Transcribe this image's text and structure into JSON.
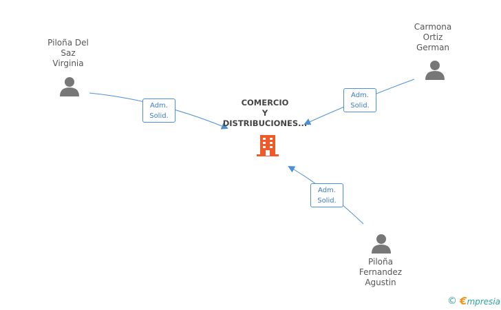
{
  "company": {
    "lines": [
      "COMERCIO",
      "Y",
      "DISTRIBUCIONES..."
    ],
    "icon": "building-icon",
    "color": "#f05a28"
  },
  "people": [
    {
      "id": "pilona-del-saz",
      "lines": [
        "Piloña Del",
        "Saz",
        "Virginia"
      ],
      "icon": "person-icon"
    },
    {
      "id": "carmona-ortiz",
      "lines": [
        "Carmona",
        "Ortiz",
        "German"
      ],
      "icon": "person-icon"
    },
    {
      "id": "pilona-fernandez",
      "lines": [
        "Piloña",
        "Fernandez",
        "Agustin"
      ],
      "icon": "person-icon"
    }
  ],
  "relations": [
    {
      "from": "pilona-del-saz",
      "role": [
        "Adm.",
        "Solid."
      ]
    },
    {
      "from": "carmona-ortiz",
      "role": [
        "Adm.",
        "Solid."
      ]
    },
    {
      "from": "pilona-fernandez",
      "role": [
        "Adm.",
        "Solid."
      ]
    }
  ],
  "footer": {
    "copyright_symbol": "©",
    "brand_initial": "€",
    "brand_rest": "mpresia"
  },
  "colors": {
    "edge": "#4a90d9",
    "person": "#777777",
    "text": "#555555",
    "accent": "#2aa39b"
  }
}
